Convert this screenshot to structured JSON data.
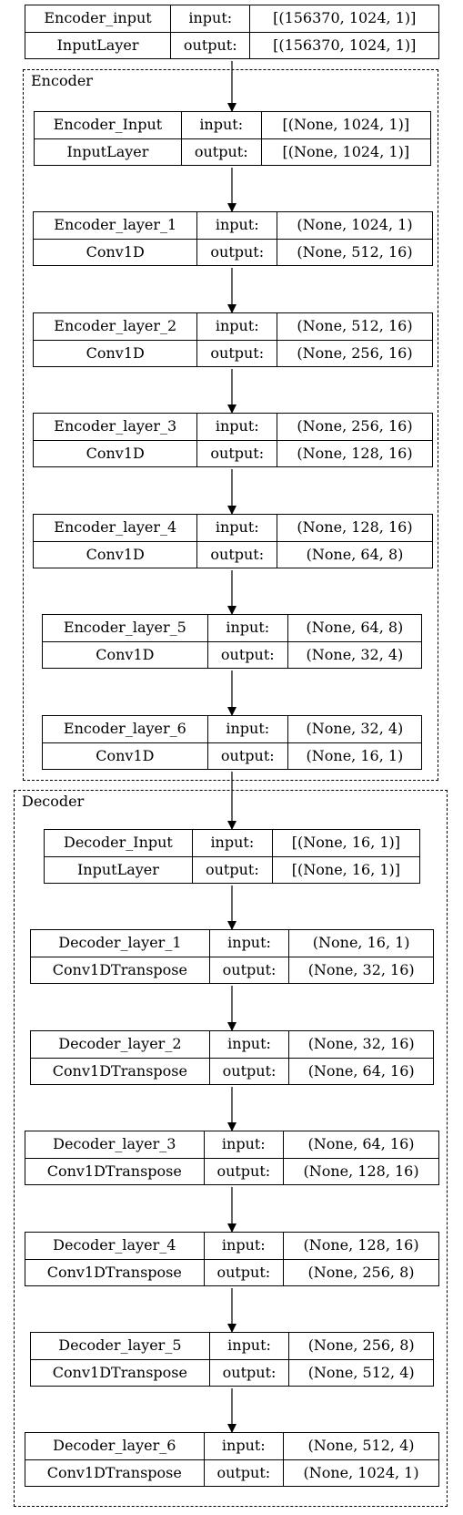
{
  "clusters": {
    "encoder": {
      "label": "Encoder"
    },
    "decoder": {
      "label": "Decoder"
    }
  },
  "nodes": [
    {
      "name": "Encoder_input",
      "type": "InputLayer",
      "input_label": "input:",
      "output_label": "output:",
      "input": "[(156370, 1024, 1)]",
      "output": "[(156370, 1024, 1)]"
    },
    {
      "name": "Encoder_Input",
      "type": "InputLayer",
      "input_label": "input:",
      "output_label": "output:",
      "input": "[(None, 1024, 1)]",
      "output": "[(None, 1024, 1)]"
    },
    {
      "name": "Encoder_layer_1",
      "type": "Conv1D",
      "input_label": "input:",
      "output_label": "output:",
      "input": "(None, 1024, 1)",
      "output": "(None, 512, 16)"
    },
    {
      "name": "Encoder_layer_2",
      "type": "Conv1D",
      "input_label": "input:",
      "output_label": "output:",
      "input": "(None, 512, 16)",
      "output": "(None, 256, 16)"
    },
    {
      "name": "Encoder_layer_3",
      "type": "Conv1D",
      "input_label": "input:",
      "output_label": "output:",
      "input": "(None, 256, 16)",
      "output": "(None, 128, 16)"
    },
    {
      "name": "Encoder_layer_4",
      "type": "Conv1D",
      "input_label": "input:",
      "output_label": "output:",
      "input": "(None, 128, 16)",
      "output": "(None, 64, 8)"
    },
    {
      "name": "Encoder_layer_5",
      "type": "Conv1D",
      "input_label": "input:",
      "output_label": "output:",
      "input": "(None, 64, 8)",
      "output": "(None, 32, 4)"
    },
    {
      "name": "Encoder_layer_6",
      "type": "Conv1D",
      "input_label": "input:",
      "output_label": "output:",
      "input": "(None, 32, 4)",
      "output": "(None, 16, 1)"
    },
    {
      "name": "Decoder_Input",
      "type": "InputLayer",
      "input_label": "input:",
      "output_label": "output:",
      "input": "[(None, 16, 1)]",
      "output": "[(None, 16, 1)]"
    },
    {
      "name": "Decoder_layer_1",
      "type": "Conv1DTranspose",
      "input_label": "input:",
      "output_label": "output:",
      "input": "(None, 16, 1)",
      "output": "(None, 32, 16)"
    },
    {
      "name": "Decoder_layer_2",
      "type": "Conv1DTranspose",
      "input_label": "input:",
      "output_label": "output:",
      "input": "(None, 32, 16)",
      "output": "(None, 64, 16)"
    },
    {
      "name": "Decoder_layer_3",
      "type": "Conv1DTranspose",
      "input_label": "input:",
      "output_label": "output:",
      "input": "(None, 64, 16)",
      "output": "(None, 128, 16)"
    },
    {
      "name": "Decoder_layer_4",
      "type": "Conv1DTranspose",
      "input_label": "input:",
      "output_label": "output:",
      "input": "(None, 128, 16)",
      "output": "(None, 256, 8)"
    },
    {
      "name": "Decoder_layer_5",
      "type": "Conv1DTranspose",
      "input_label": "input:",
      "output_label": "output:",
      "input": "(None, 256, 8)",
      "output": "(None, 512, 4)"
    },
    {
      "name": "Decoder_layer_6",
      "type": "Conv1DTranspose",
      "input_label": "input:",
      "output_label": "output:",
      "input": "(None, 512, 4)",
      "output": "(None, 1024, 1)"
    }
  ]
}
